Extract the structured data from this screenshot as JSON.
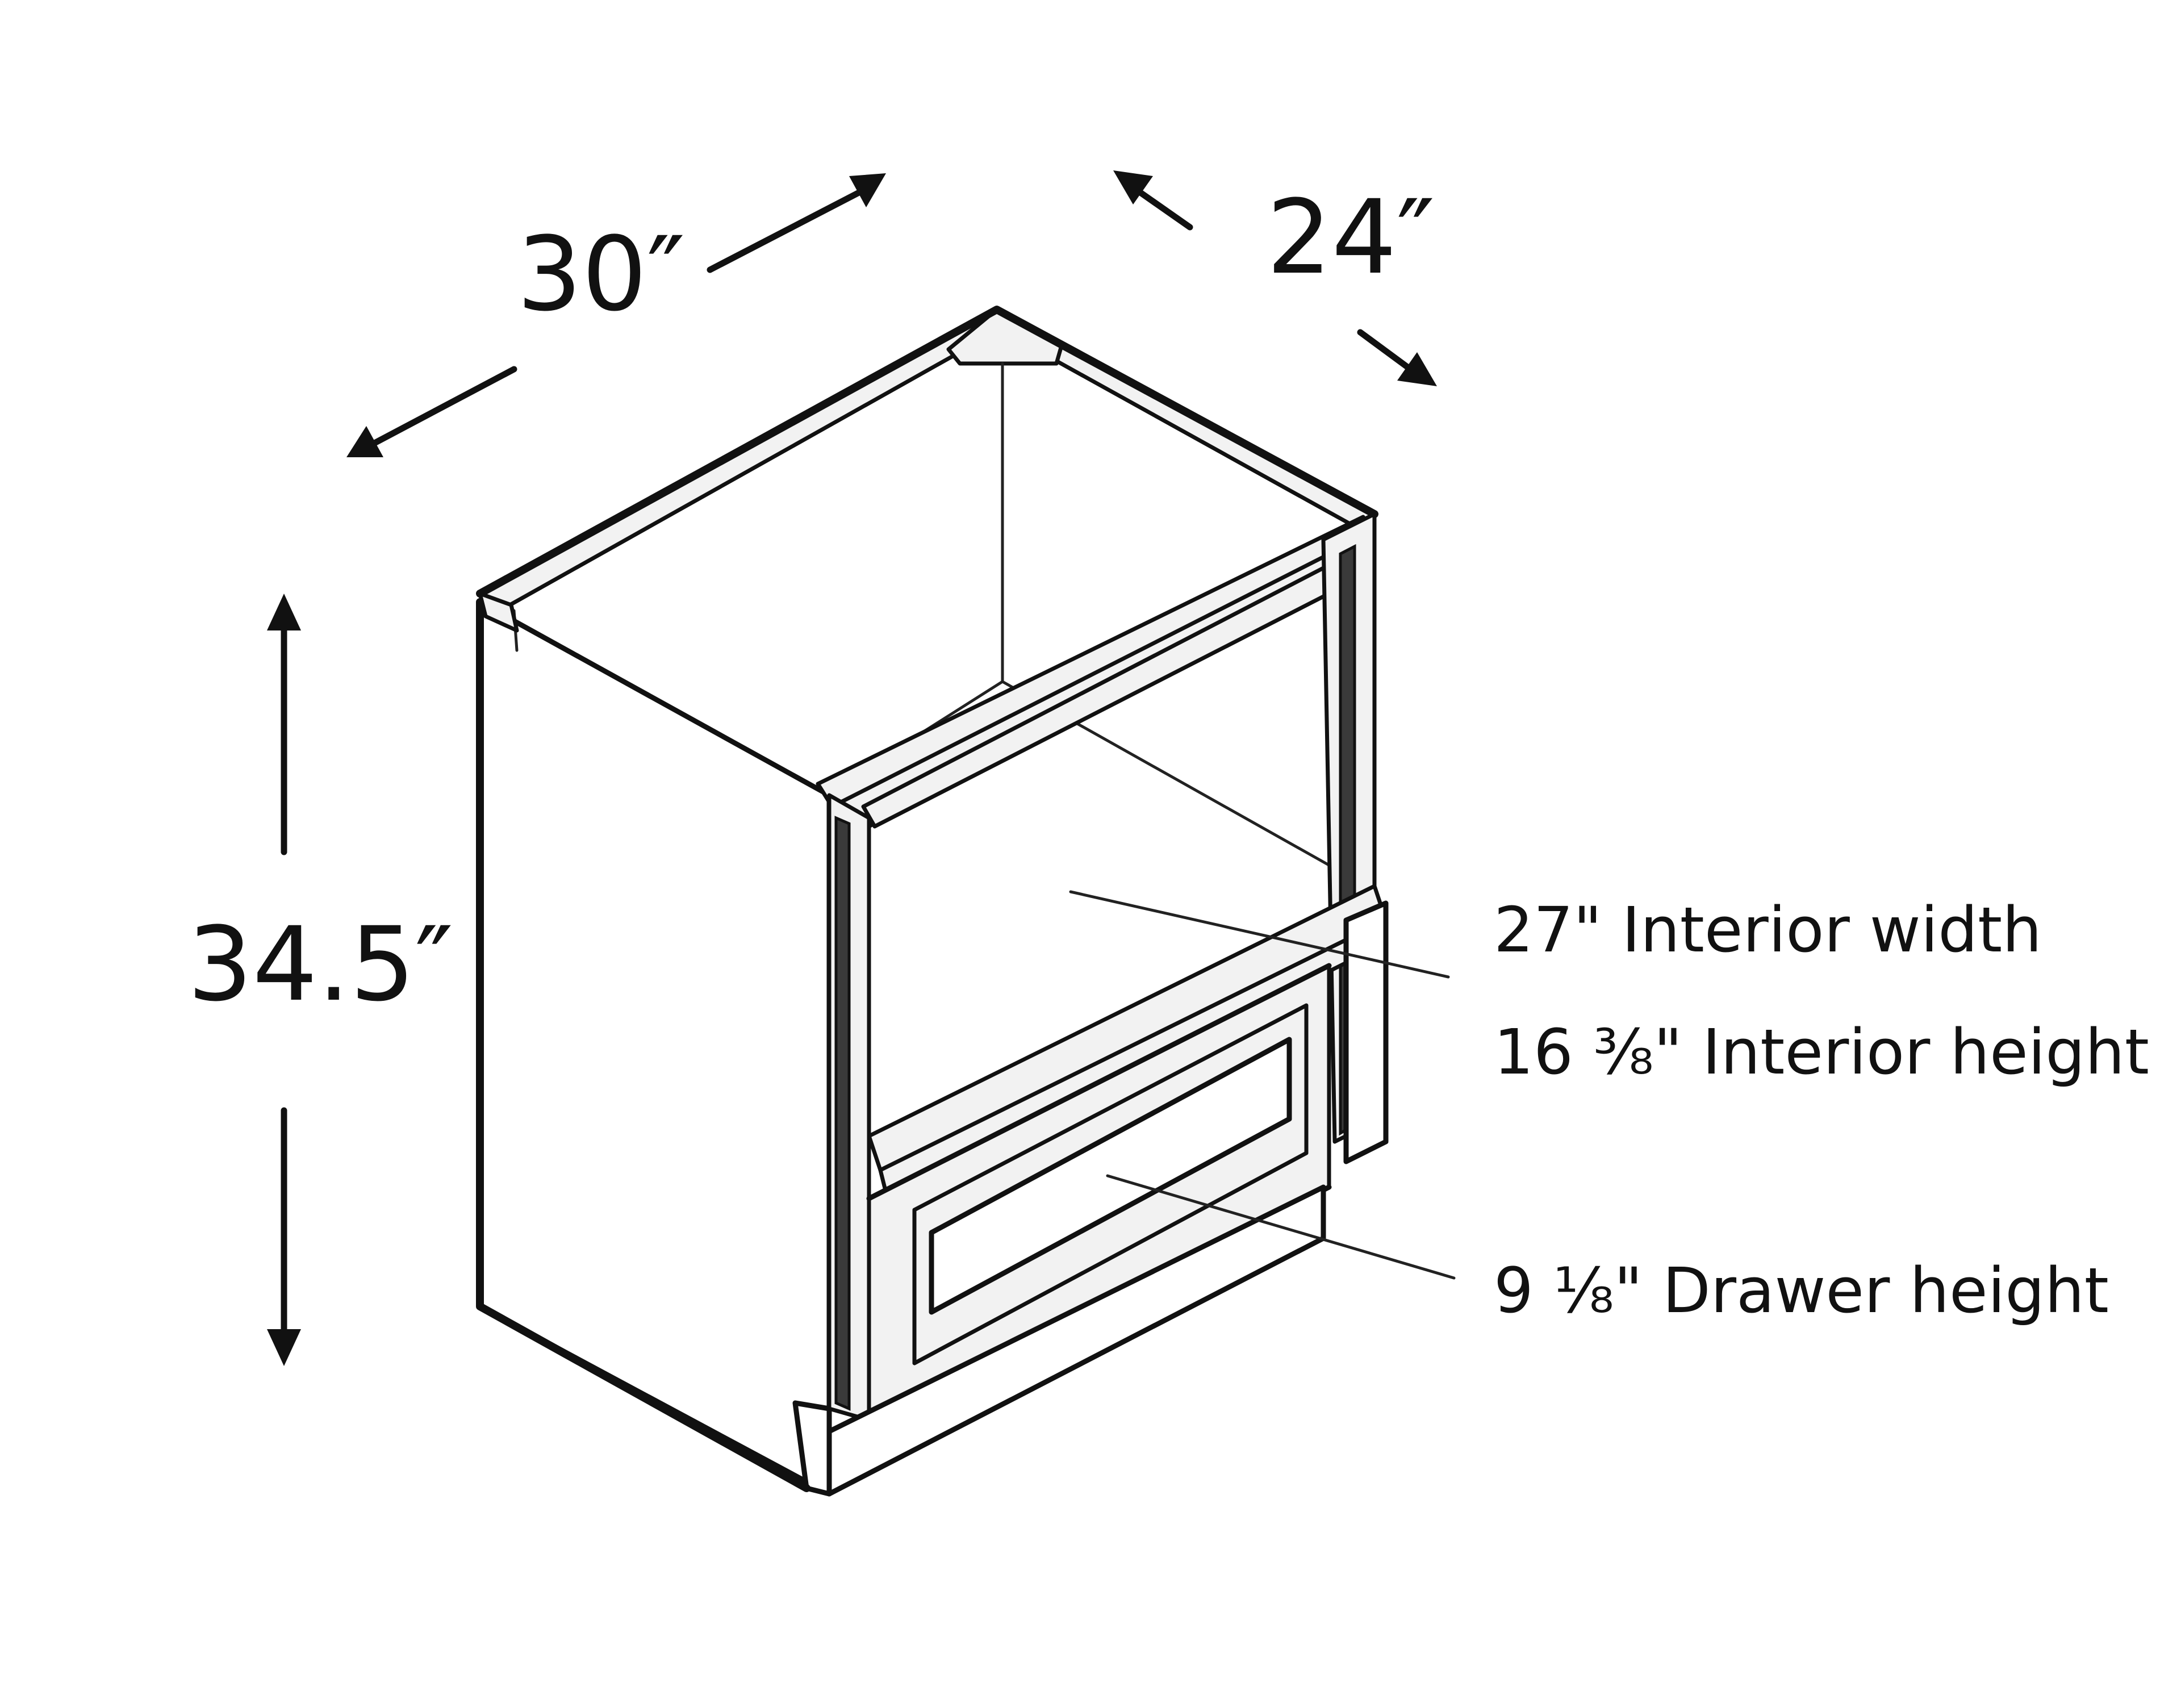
{
  "dimensions": {
    "width": "30″",
    "depth": "24″",
    "height": "34.5″"
  },
  "callouts": {
    "interior_width": "27\" Interior width",
    "interior_height": "16 ⅜\" Interior height",
    "drawer_height": "9 ⅛\" Drawer height"
  }
}
